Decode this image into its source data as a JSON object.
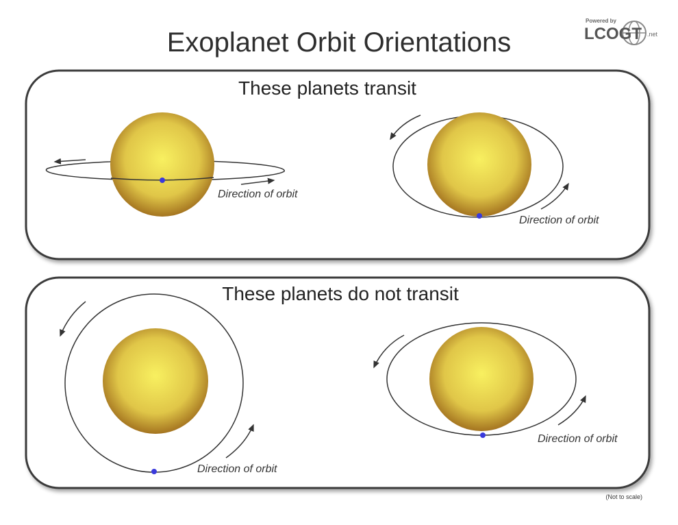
{
  "title": "Exoplanet Orbit Orientations",
  "logo": {
    "powered_by": "Powered by",
    "name": "LCOGT",
    "suffix": ".net"
  },
  "panels": [
    {
      "heading": "These planets transit",
      "diagrams": [
        {
          "label": "Direction of orbit"
        },
        {
          "label": "Direction of orbit"
        }
      ]
    },
    {
      "heading": "These planets do not transit",
      "diagrams": [
        {
          "label": "Direction of orbit"
        },
        {
          "label": "Direction of orbit"
        }
      ]
    }
  ],
  "footnote": "(Not to scale)",
  "colors": {
    "star_center": "#f8f060",
    "star_edge": "#a47420",
    "planet": "#3a3adc"
  }
}
